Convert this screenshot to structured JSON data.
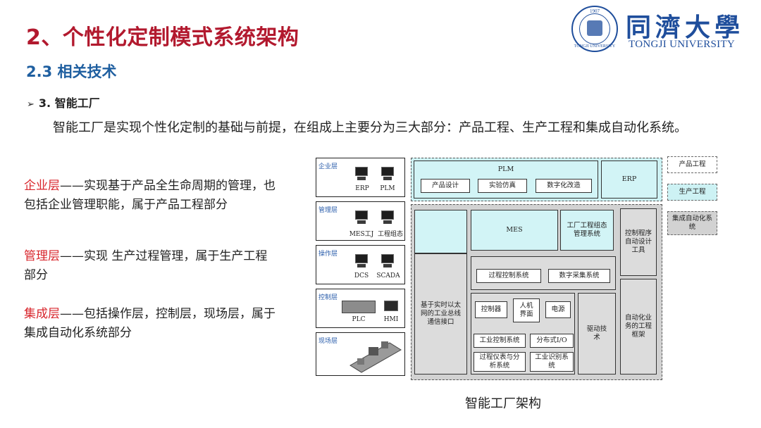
{
  "header": {
    "title": "2、个性化定制模式系统架构",
    "subtitle": "2.3 相关技术",
    "bullet_arrow": "➢",
    "bullet": "3. 智能工厂"
  },
  "logo": {
    "year": "1907",
    "ring_text": "TONGJI UNIVERSITY",
    "name_cn": "同濟大學",
    "name_en": "TONGJI UNIVERSITY"
  },
  "intro": "智能工厂是实现个性化定制的基础与前提，在组成上主要分为三大部分：产品工程、生产工程和集成自动化系统。",
  "layers": [
    {
      "name": "企业层",
      "desc": "——实现基于产品全生命周期的管理，也包括企业管理职能，属于产品工程部分"
    },
    {
      "name": "管理层",
      "desc": "——实现 生产过程管理，属于生产工程部分"
    },
    {
      "name": "集成层",
      "desc": "——包括操作层，控制层，现场层，属于集成自动化系统部分"
    }
  ],
  "diagram": {
    "levels": [
      {
        "label": "企业层",
        "items": [
          "ERP",
          "PLM"
        ]
      },
      {
        "label": "管理层",
        "items": [
          "MES工J",
          "工程组态"
        ]
      },
      {
        "label": "操作层",
        "items": [
          "DCS",
          "SCADA"
        ]
      },
      {
        "label": "控制层",
        "items": [
          "PLC",
          "HMI"
        ]
      },
      {
        "label": "现场层",
        "items": []
      }
    ],
    "plm": "PLM",
    "plm_items": [
      "产品设计",
      "实验仿真",
      "数字化改造"
    ],
    "erp": "ERP",
    "mes": "MES",
    "factory_config": "工厂工程组态管理系统",
    "ethernet": "基于实时以太网的工业总线通信接口",
    "process_control": "过程控制系统",
    "data_acquisition": "数字采集系统",
    "controller": "控制器",
    "hmi": "人机界面",
    "power": "电源",
    "drive": "驱动技术",
    "ipc": "工业控制系统",
    "dio": "分布式I/O",
    "instrument": "过程仪表与分析系统",
    "identification": "工业识别系统",
    "auto_design": "控制程序自动设计工具",
    "auto_framework": "自动化业务的工程框架"
  },
  "legend": [
    "产品工程",
    "生产工程",
    "集成自动化系统"
  ],
  "caption": "智能工厂架构",
  "colors": {
    "title": "#b2192e",
    "subtitle": "#1f5fa0",
    "layer_name": "#d8262c",
    "cyan": "#d2f4f6",
    "gray": "#dcdcdc",
    "brand": "#1f4e9c"
  }
}
